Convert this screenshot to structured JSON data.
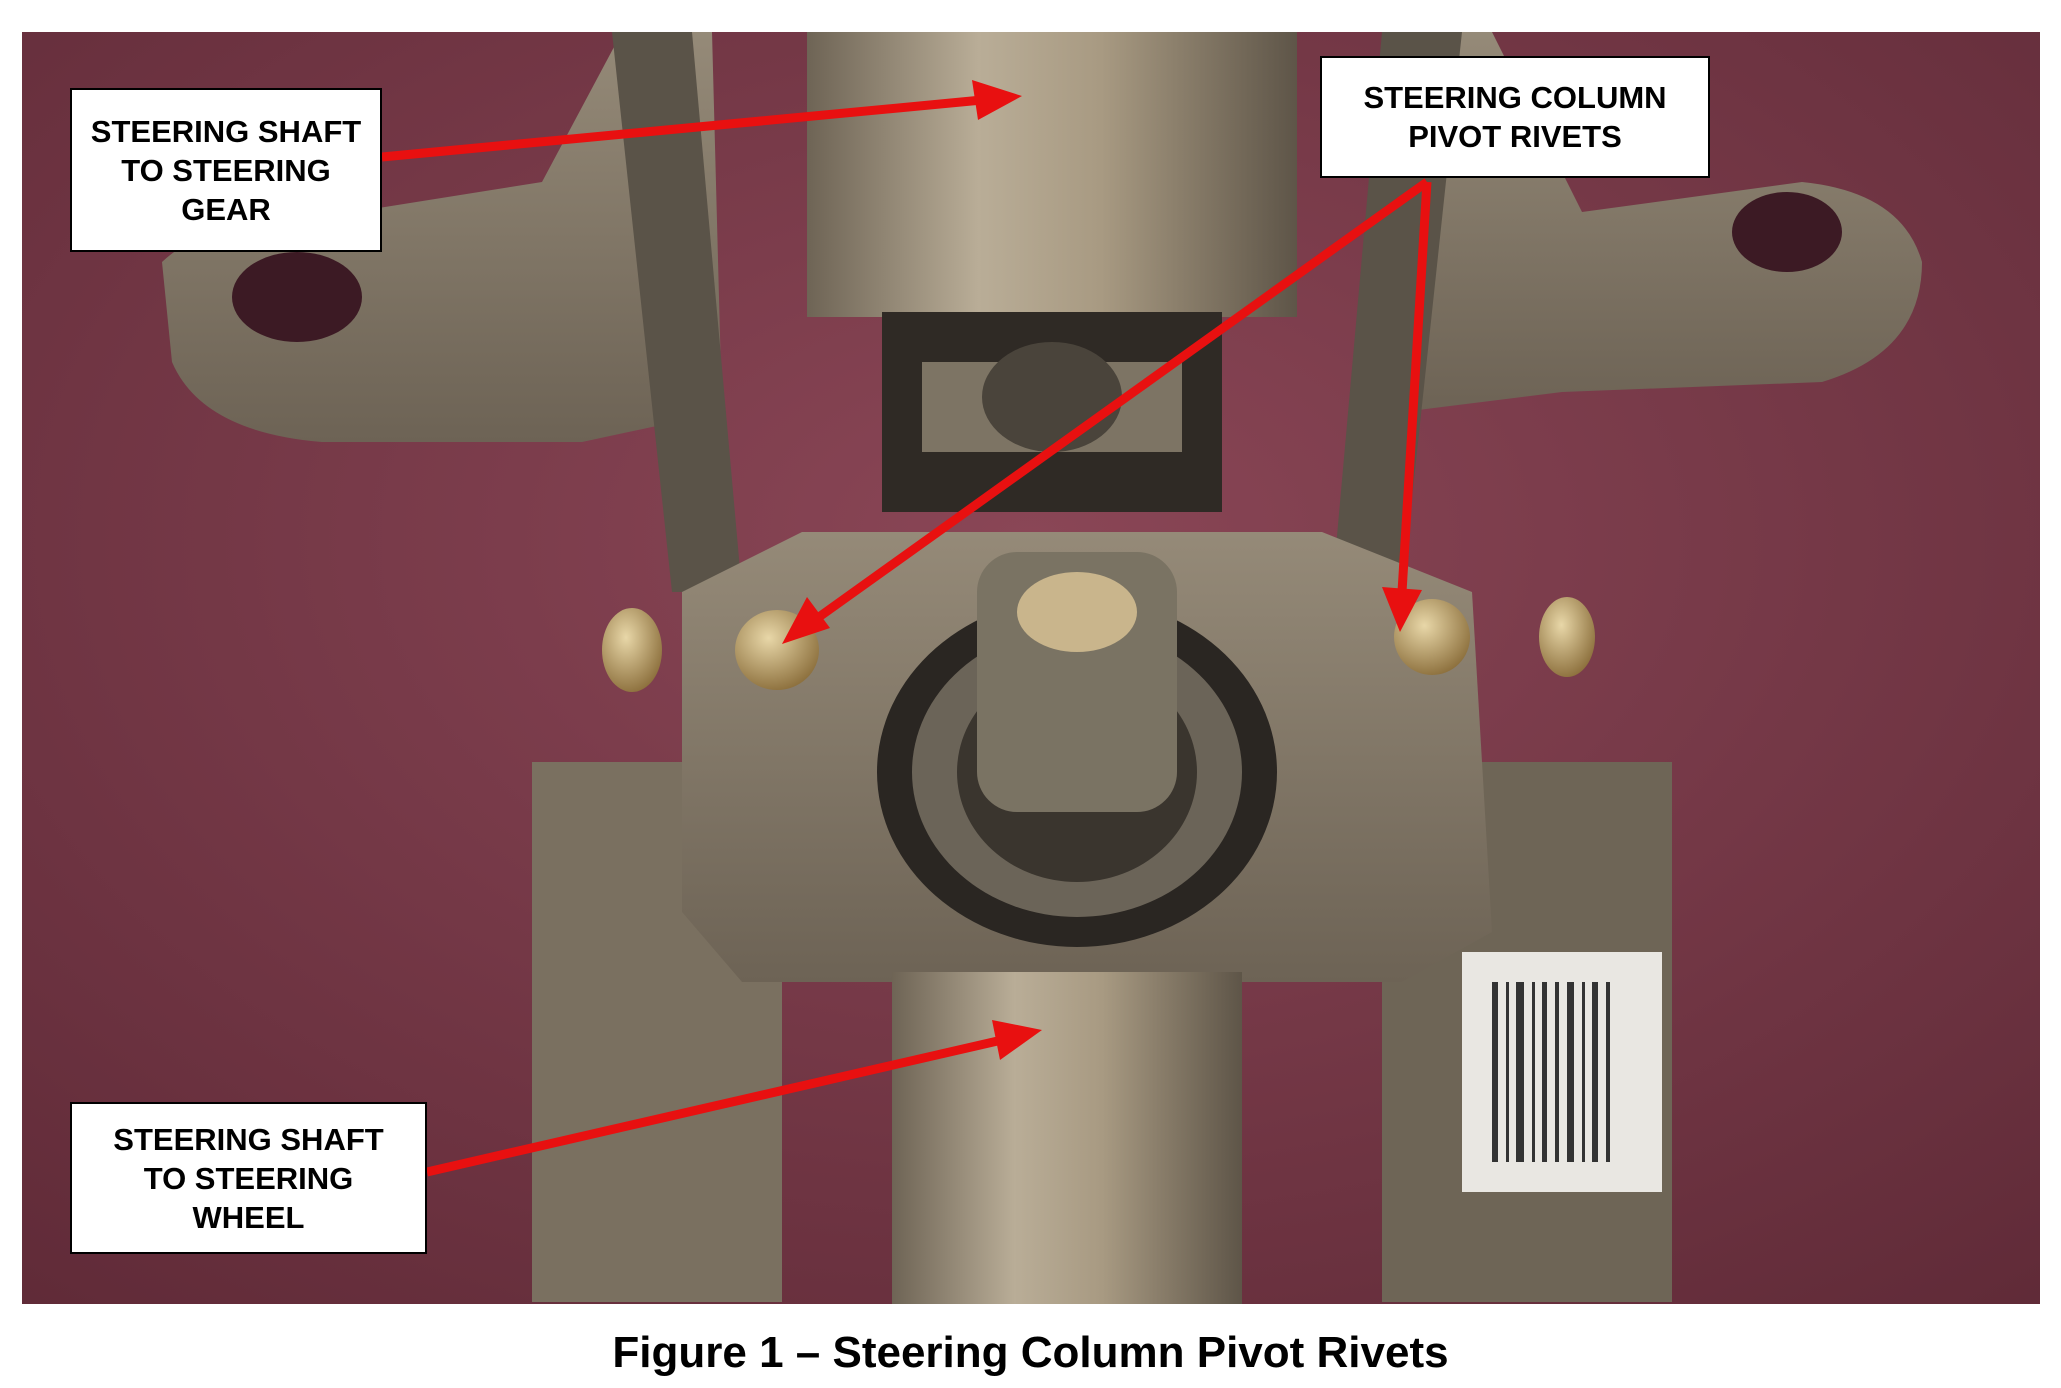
{
  "figure": {
    "caption": "Figure 1 – Steering Column Pivot Rivets"
  },
  "callouts": {
    "shaft_to_gear": {
      "lines": [
        "STEERING SHAFT",
        "TO STEERING",
        "GEAR"
      ]
    },
    "pivot_rivets": {
      "lines": [
        "STEERING COLUMN",
        "PIVOT RIVETS"
      ]
    },
    "shaft_to_wheel": {
      "lines": [
        "STEERING SHAFT",
        "TO STEERING",
        "WHEEL"
      ]
    }
  },
  "colors": {
    "background_fabric": "#7a3848",
    "metal": "#8a8070",
    "arrow": "#e81010"
  }
}
